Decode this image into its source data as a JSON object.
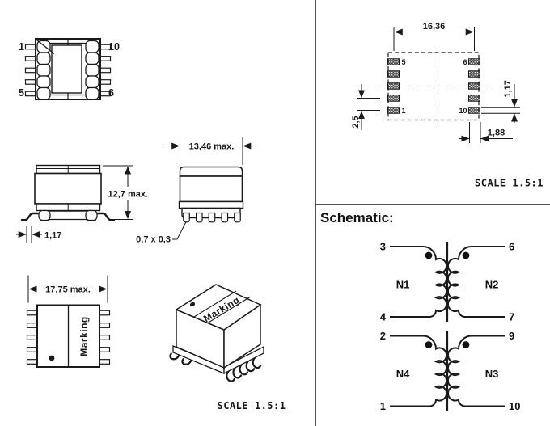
{
  "views": {
    "top_view": {
      "pin_top_left": "1",
      "pin_top_right": "10",
      "pin_bottom_left": "5",
      "pin_bottom_right": "6"
    },
    "side_view": {
      "height_dim": "12,7 max.",
      "lead_thickness_dim": "1,17"
    },
    "front_view": {
      "width_dim": "13,46 max.",
      "lead_size_dim": "0,7 x 0,3"
    },
    "marking_view": {
      "width_dim": "17,75 max.",
      "marking_label": "Marking"
    },
    "perspective_view": {
      "marking_label": "Marking",
      "scale_label": "SCALE 1.5:1"
    },
    "land_pattern": {
      "span_dim": "16,36",
      "pitch_dim": "2,5",
      "pad_height_dim": "1,17",
      "pad_width_dim": "1,88",
      "scale_label": "SCALE 1.5:1",
      "pad_label_top_left": "5",
      "pad_label_top_right": "6",
      "pad_label_bottom_left": "1",
      "pad_label_bottom_right": "10"
    },
    "schematic": {
      "title": "Schematic:",
      "windings": [
        {
          "name": "N1",
          "pin_top": "3",
          "pin_bottom": "4"
        },
        {
          "name": "N2",
          "pin_top": "6",
          "pin_bottom": "7"
        },
        {
          "name": "N4",
          "pin_top": "2",
          "pin_bottom": "1"
        },
        {
          "name": "N3",
          "pin_top": "9",
          "pin_bottom": "10"
        }
      ]
    }
  },
  "colors": {
    "line": "#1a1a1a",
    "background": "#ffffff"
  }
}
